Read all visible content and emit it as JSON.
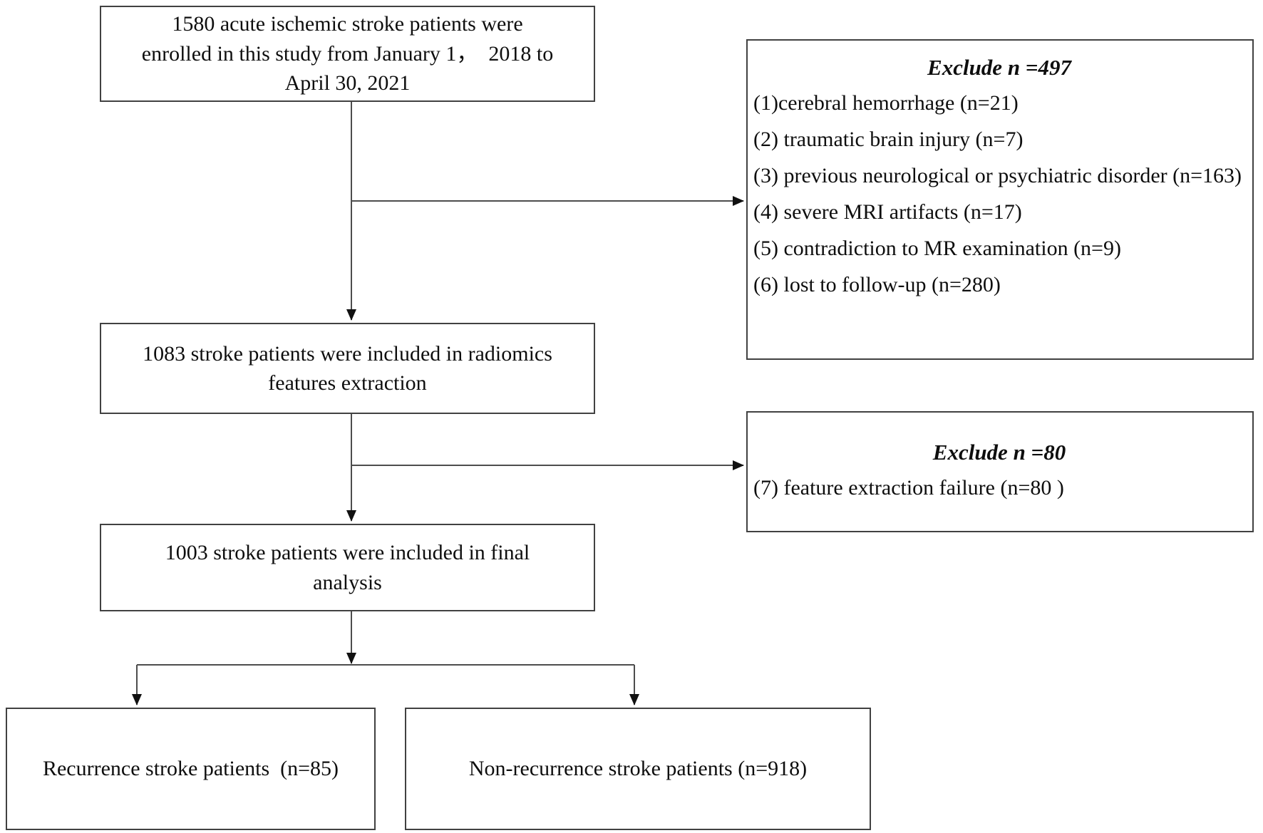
{
  "diagram": {
    "boxes": {
      "enrolled": {
        "text": "1580 acute ischemic stroke patients were\nenrolled in this study from January 1，  2018 to\nApril 30, 2021"
      },
      "exclude1": {
        "title": "Exclude n =497",
        "items": [
          "(1)cerebral hemorrhage (n=21)",
          "(2) traumatic brain injury (n=7)",
          "(3) previous neurological or psychiatric disorder (n=163)",
          "(4) severe MRI artifacts (n=17)",
          "(5) contradiction to MR examination (n=9)",
          "(6) lost to follow-up (n=280)"
        ]
      },
      "radiomics": {
        "text": "1083 stroke patients were included in radiomics\nfeatures extraction"
      },
      "exclude2": {
        "title": "Exclude n =80",
        "items": [
          "(7) feature extraction failure (n=80 )"
        ]
      },
      "final": {
        "text": "1003 stroke patients were included in final\nanalysis"
      },
      "recurrence": {
        "text": "Recurrence stroke patients  (n=85)"
      },
      "nonrecurrence": {
        "text": "Non-recurrence stroke patients (n=918)"
      }
    },
    "colors": {
      "background": "#ffffff",
      "box_border": "#414141",
      "connector_line": "#4d4d4d",
      "arrowhead": "#111111",
      "text": "#0e0e0e"
    }
  }
}
